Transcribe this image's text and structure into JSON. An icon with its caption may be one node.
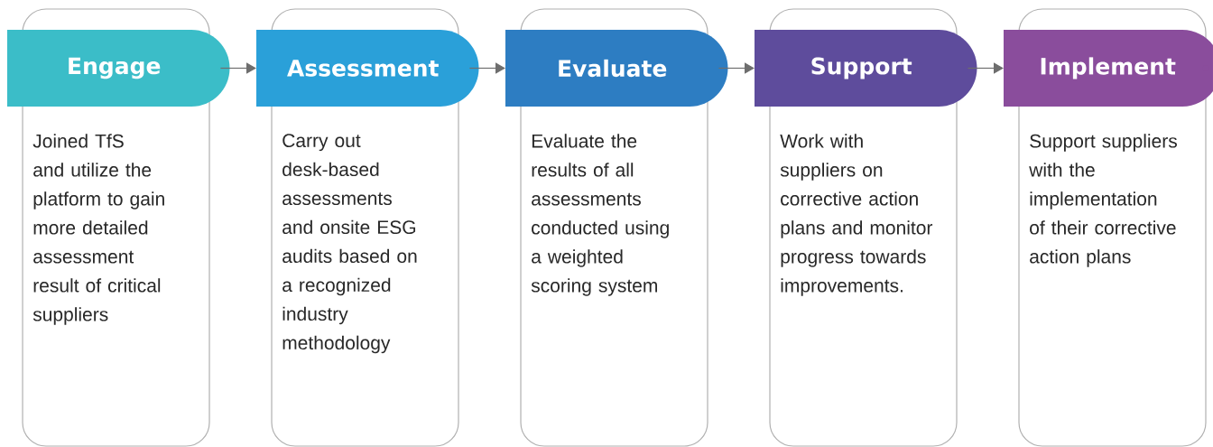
{
  "diagram": {
    "nodes": [
      {
        "text": [
          "Engage"
        ]
      },
      {
        "text": [
          "Assessment"
        ]
      },
      {
        "text": [
          "Evaluate"
        ]
      },
      {
        "text": [
          "Support"
        ]
      },
      {
        "text": [
          "Implement"
        ]
      },
      {
        "text": [
          "Joined TfS and utilize the platform to gain more detailed assessment result of critical suppliers"
        ]
      },
      {
        "text": [
          "Carry out desk-based assessments and onsite ESG audits based on a recognized industry methodology"
        ]
      },
      {
        "text": [
          "Evaluate the results of all assessments conducted using a weighted scoring system"
        ]
      },
      {
        "text": [
          "Work with suppliers on corrective action plans and monitor progress towards improvements."
        ]
      },
      {
        "text": [
          "Support suppliers with the implementation of their corrective action plans"
        ]
      }
    ],
    "edges": [
      {
        "from": 0,
        "to": 1,
        "arrow": "to"
      },
      {
        "from": 1,
        "to": 2,
        "arrow": "to"
      },
      {
        "from": 2,
        "to": 3,
        "arrow": "to"
      },
      {
        "from": 3,
        "to": 4,
        "arrow": "to"
      }
    ]
  }
}
